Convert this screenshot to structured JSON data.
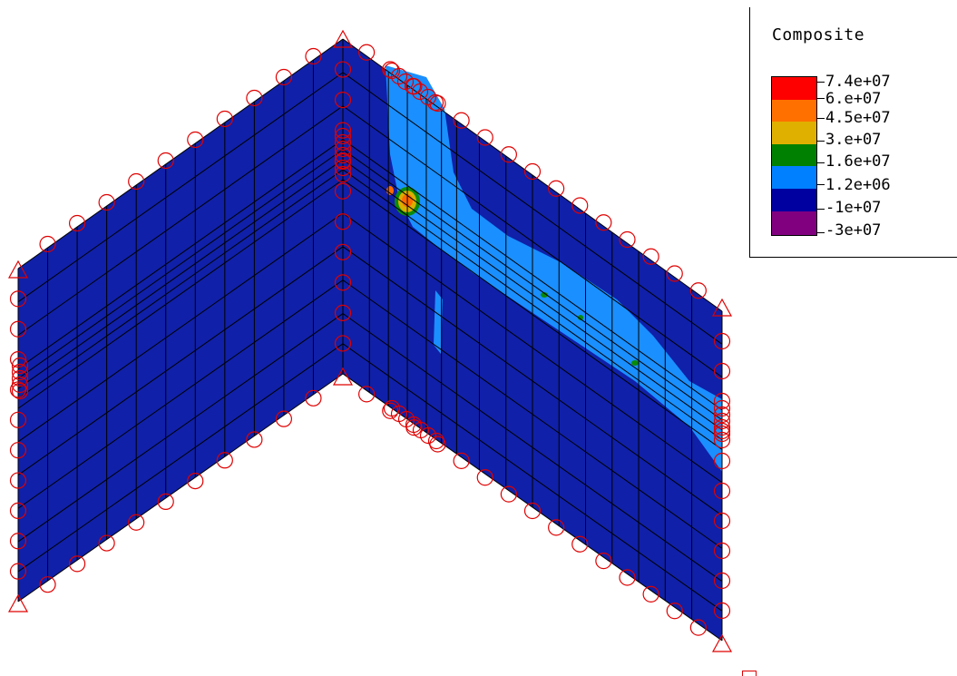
{
  "legend": {
    "title": "Composite",
    "labels": [
      "7.4e+07",
      "6.e+07",
      "4.5e+07",
      "3.e+07",
      "1.6e+07",
      "1.2e+06",
      "-1e+07",
      "-3e+07"
    ],
    "colors": [
      "#ff0000",
      "#ff7000",
      "#e0b000",
      "#008000",
      "#0080ff",
      "#0000a0",
      "#800080"
    ]
  },
  "colors": {
    "panel": "#1020a8",
    "stress_low": "#1a8fff",
    "stress_mid": "#0a8a0a",
    "stress_high_a": "#d8b000",
    "stress_high_b": "#ff6a00",
    "mesh": "#000000",
    "supports": "#e00000"
  },
  "markers": {
    "edge_constraint": "circle",
    "vertex_constraint": "triangle"
  }
}
